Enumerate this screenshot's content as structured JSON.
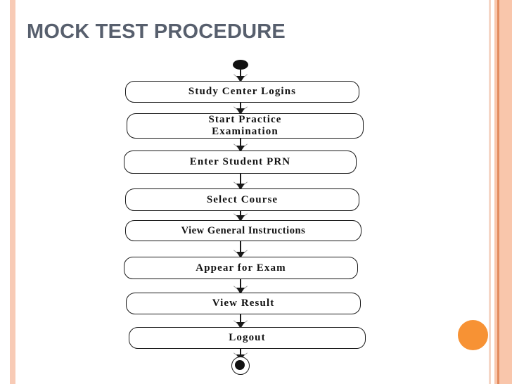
{
  "slide": {
    "title": "MOCK TEST PROCEDURE",
    "background_color": "#ffffff",
    "title_color": "#575f6d",
    "accent_color": "#f79234",
    "stripe_color": "#f8cbb6"
  },
  "decor": {
    "left_stripe_name": "left-accent-stripe",
    "right_thin_stripe_name": "right-thin-accent-stripe",
    "right_band_name": "right-accent-band",
    "right_line_name": "right-accent-line",
    "circle_name": "orange-accent-circle"
  },
  "diagram": {
    "type": "activity-diagram",
    "start_node_label": "initial-state",
    "end_node_label": "final-state",
    "nodes": [
      {
        "id": "n1",
        "label": "Study Center Logins",
        "shape": "rounded-rectangle"
      },
      {
        "id": "n2",
        "label": "Start  Practice\nExamination",
        "shape": "rounded-rectangle"
      },
      {
        "id": "n3",
        "label": "Enter Student PRN",
        "shape": "rounded-rectangle"
      },
      {
        "id": "n4",
        "label": "Select Course",
        "shape": "rounded-rectangle"
      },
      {
        "id": "n5",
        "label": "View General Instructions",
        "shape": "rounded-rectangle"
      },
      {
        "id": "n6",
        "label": "Appear for Exam",
        "shape": "rounded-rectangle"
      },
      {
        "id": "n7",
        "label": "View Result",
        "shape": "rounded-rectangle"
      },
      {
        "id": "n8",
        "label": "Logout",
        "shape": "rounded-rectangle"
      }
    ],
    "edges": [
      {
        "from": "start",
        "to": "n1"
      },
      {
        "from": "n1",
        "to": "n2"
      },
      {
        "from": "n2",
        "to": "n3"
      },
      {
        "from": "n3",
        "to": "n4"
      },
      {
        "from": "n4",
        "to": "n5"
      },
      {
        "from": "n5",
        "to": "n6"
      },
      {
        "from": "n6",
        "to": "n7"
      },
      {
        "from": "n7",
        "to": "n8"
      },
      {
        "from": "n8",
        "to": "end"
      }
    ]
  }
}
